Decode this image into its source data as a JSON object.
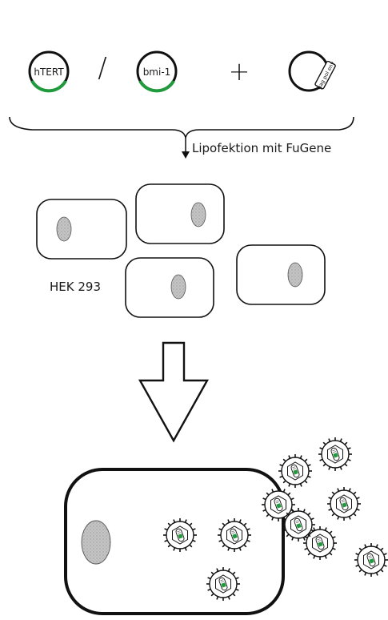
{
  "plasmids": {
    "left": "hTERT",
    "right": "bmi-1",
    "separator": "/",
    "plus": "+",
    "packaging": "gag pol env"
  },
  "process_label": "Lipofektion mit FuGene",
  "cell_line_label": "HEK 293",
  "colors": {
    "marker_green": "#1f9a3c",
    "nucleus_fill": "#bdbdbd",
    "outline": "#111111"
  }
}
